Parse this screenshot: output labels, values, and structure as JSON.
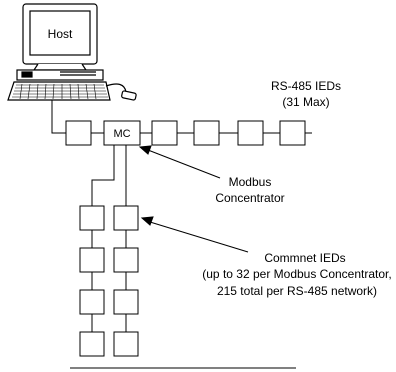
{
  "host": {
    "label": "Host"
  },
  "concentrator_box": {
    "label": "MC"
  },
  "rs485_label": {
    "line1": "RS-485 IEDs",
    "line2": "(31 Max)"
  },
  "modbus_label": {
    "line1": "Modbus",
    "line2": "Concentrator"
  },
  "commnet_label": {
    "line1": "Commnet IEDs",
    "line2": "(up to 32 per Modbus Concentrator,",
    "line3": "215 total per RS-485 network)"
  }
}
